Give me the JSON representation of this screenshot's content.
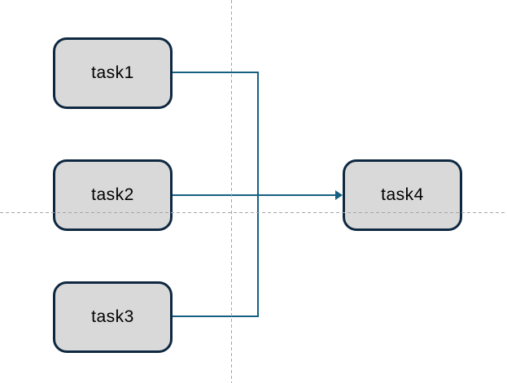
{
  "diagram": {
    "nodes": [
      {
        "id": "task1",
        "label": "task1"
      },
      {
        "id": "task2",
        "label": "task2"
      },
      {
        "id": "task3",
        "label": "task3"
      },
      {
        "id": "task4",
        "label": "task4"
      }
    ],
    "edges": [
      {
        "from": "task1",
        "to": "task4",
        "style": "elbow"
      },
      {
        "from": "task2",
        "to": "task4",
        "style": "straight-arrow"
      },
      {
        "from": "task3",
        "to": "task4",
        "style": "elbow"
      }
    ],
    "guides": [
      {
        "orientation": "vertical",
        "style": "dashed"
      },
      {
        "orientation": "horizontal",
        "style": "dashed"
      }
    ]
  },
  "colors": {
    "node_fill": "#d9d9d9",
    "node_border": "#0e2841",
    "connector": "#156082",
    "guide": "#a6a6a6",
    "text": "#000000",
    "background": "#ffffff"
  }
}
